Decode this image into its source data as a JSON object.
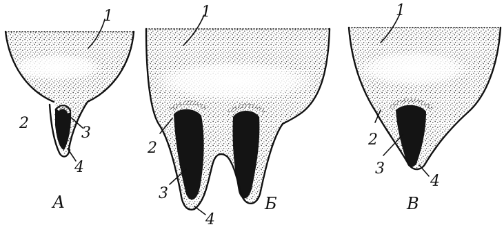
{
  "panels": [
    {
      "caption": "А",
      "labels": {
        "l1": "1",
        "l2": "2",
        "l3": "3",
        "l4": "4"
      }
    },
    {
      "caption": "Б",
      "labels": {
        "l1": "1",
        "l2": "2",
        "l3": "3",
        "l4": "4"
      }
    },
    {
      "caption": "В",
      "labels": {
        "l1": "1",
        "l2": "2",
        "l3": "3",
        "l4": "4"
      }
    }
  ],
  "colors": {
    "ink": "#111111",
    "stipple": "#6b6b6b",
    "dark_tissue": "#141414",
    "background": "#ffffff"
  }
}
